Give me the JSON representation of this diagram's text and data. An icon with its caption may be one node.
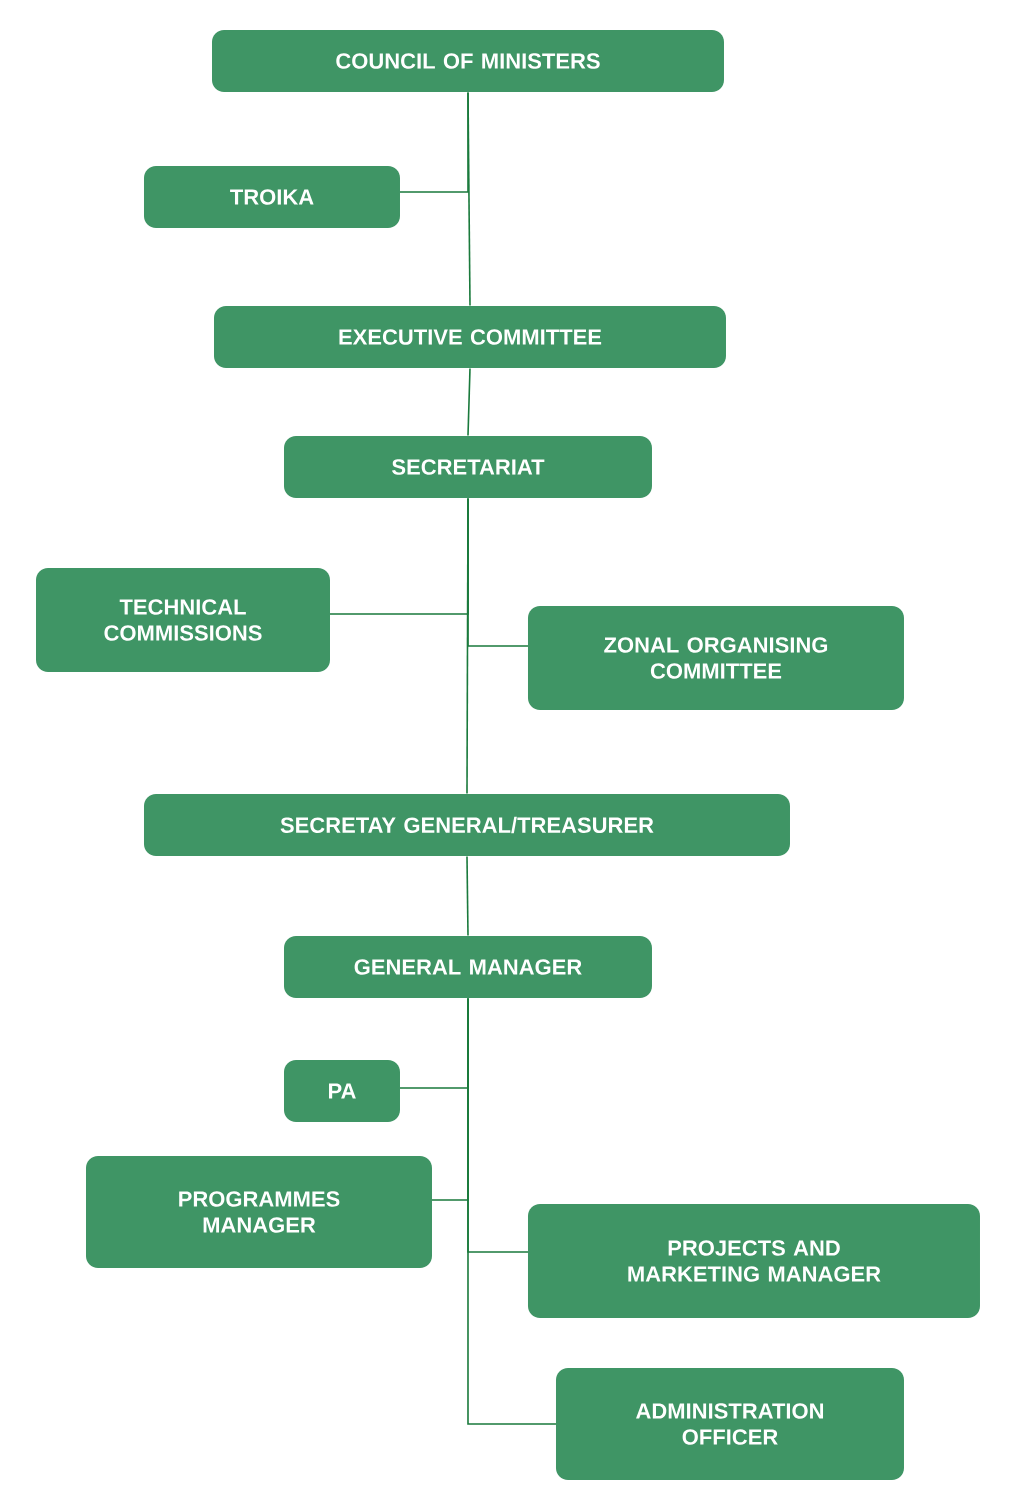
{
  "diagram": {
    "nodes": [
      {
        "text": [
          "COUNCIL OF MINISTERS"
        ]
      },
      {
        "text": [
          "TROIKA"
        ]
      },
      {
        "text": [
          "EXECUTIVE COMMITTEE"
        ]
      },
      {
        "text": [
          "SECRETARIAT"
        ]
      },
      {
        "text": [
          "TECHNICAL COMMISSIONS"
        ]
      },
      {
        "text": [
          "ZONAL ORGANISING COMMITTEE"
        ]
      },
      {
        "text": [
          "SECRETAY GENERAL/TREASURER"
        ]
      },
      {
        "text": [
          "GENERAL MANAGER"
        ]
      },
      {
        "text": [
          "PA"
        ]
      },
      {
        "text": [
          "PROGRAMMES MANAGER"
        ]
      },
      {
        "text": [
          "PROJECTS AND MARKETING MANAGER"
        ]
      },
      {
        "text": [
          "ADMINISTRATION OFFICER"
        ]
      }
    ],
    "edges": [
      {
        "from": 0,
        "to": 1,
        "arrow": "none"
      },
      {
        "from": 0,
        "to": 2,
        "arrow": "none"
      },
      {
        "from": 2,
        "to": 3,
        "arrow": "none"
      },
      {
        "from": 3,
        "to": 4,
        "arrow": "none"
      },
      {
        "from": 3,
        "to": 5,
        "arrow": "none"
      },
      {
        "from": 3,
        "to": 6,
        "arrow": "none"
      },
      {
        "from": 6,
        "to": 7,
        "arrow": "none"
      },
      {
        "from": 7,
        "to": 8,
        "arrow": "none"
      },
      {
        "from": 7,
        "to": 9,
        "arrow": "none"
      },
      {
        "from": 7,
        "to": 10,
        "arrow": "none"
      },
      {
        "from": 7,
        "to": 11,
        "arrow": "none"
      }
    ]
  }
}
